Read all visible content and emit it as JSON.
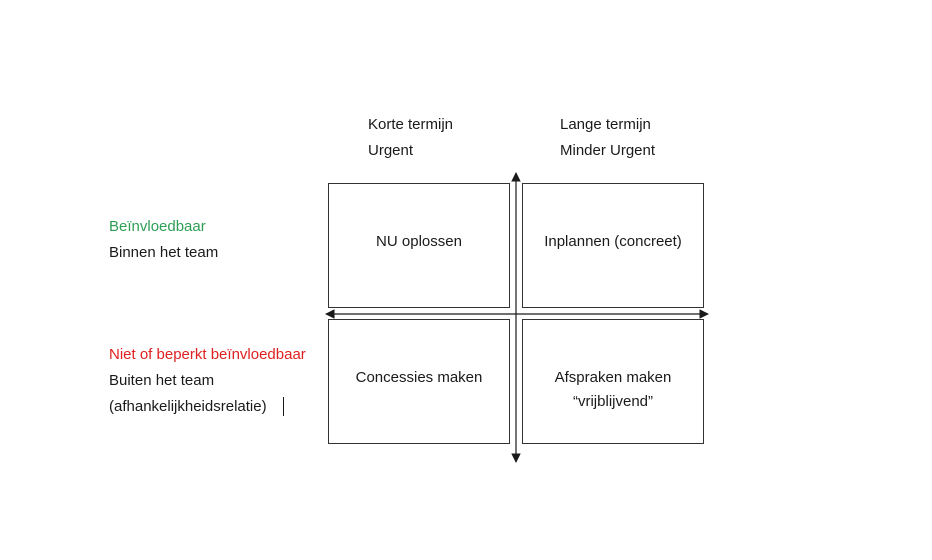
{
  "columns": {
    "short": {
      "line1": "Korte termijn",
      "line2": "Urgent"
    },
    "long": {
      "line1": "Lange termijn",
      "line2": "Minder Urgent"
    }
  },
  "rows": {
    "influenceable": {
      "title": "Beïnvloedbaar",
      "subtitle": "Binnen het team"
    },
    "not_influenceable": {
      "title": "Niet of beperkt beïnvloedbaar",
      "subtitle": "Buiten het team",
      "note": "(afhankelijkheidsrelatie)"
    }
  },
  "quadrants": {
    "top_left": {
      "label": "NU oplossen"
    },
    "top_right": {
      "label": "Inplannen (concreet)"
    },
    "bottom_left": {
      "label": "Concessies maken"
    },
    "bottom_right": {
      "label_line1": "Afspraken maken",
      "label_line2": "“vrijblijvend”"
    }
  },
  "colors": {
    "influenceable": "#2e9e55",
    "not_influenceable": "#e02020"
  }
}
